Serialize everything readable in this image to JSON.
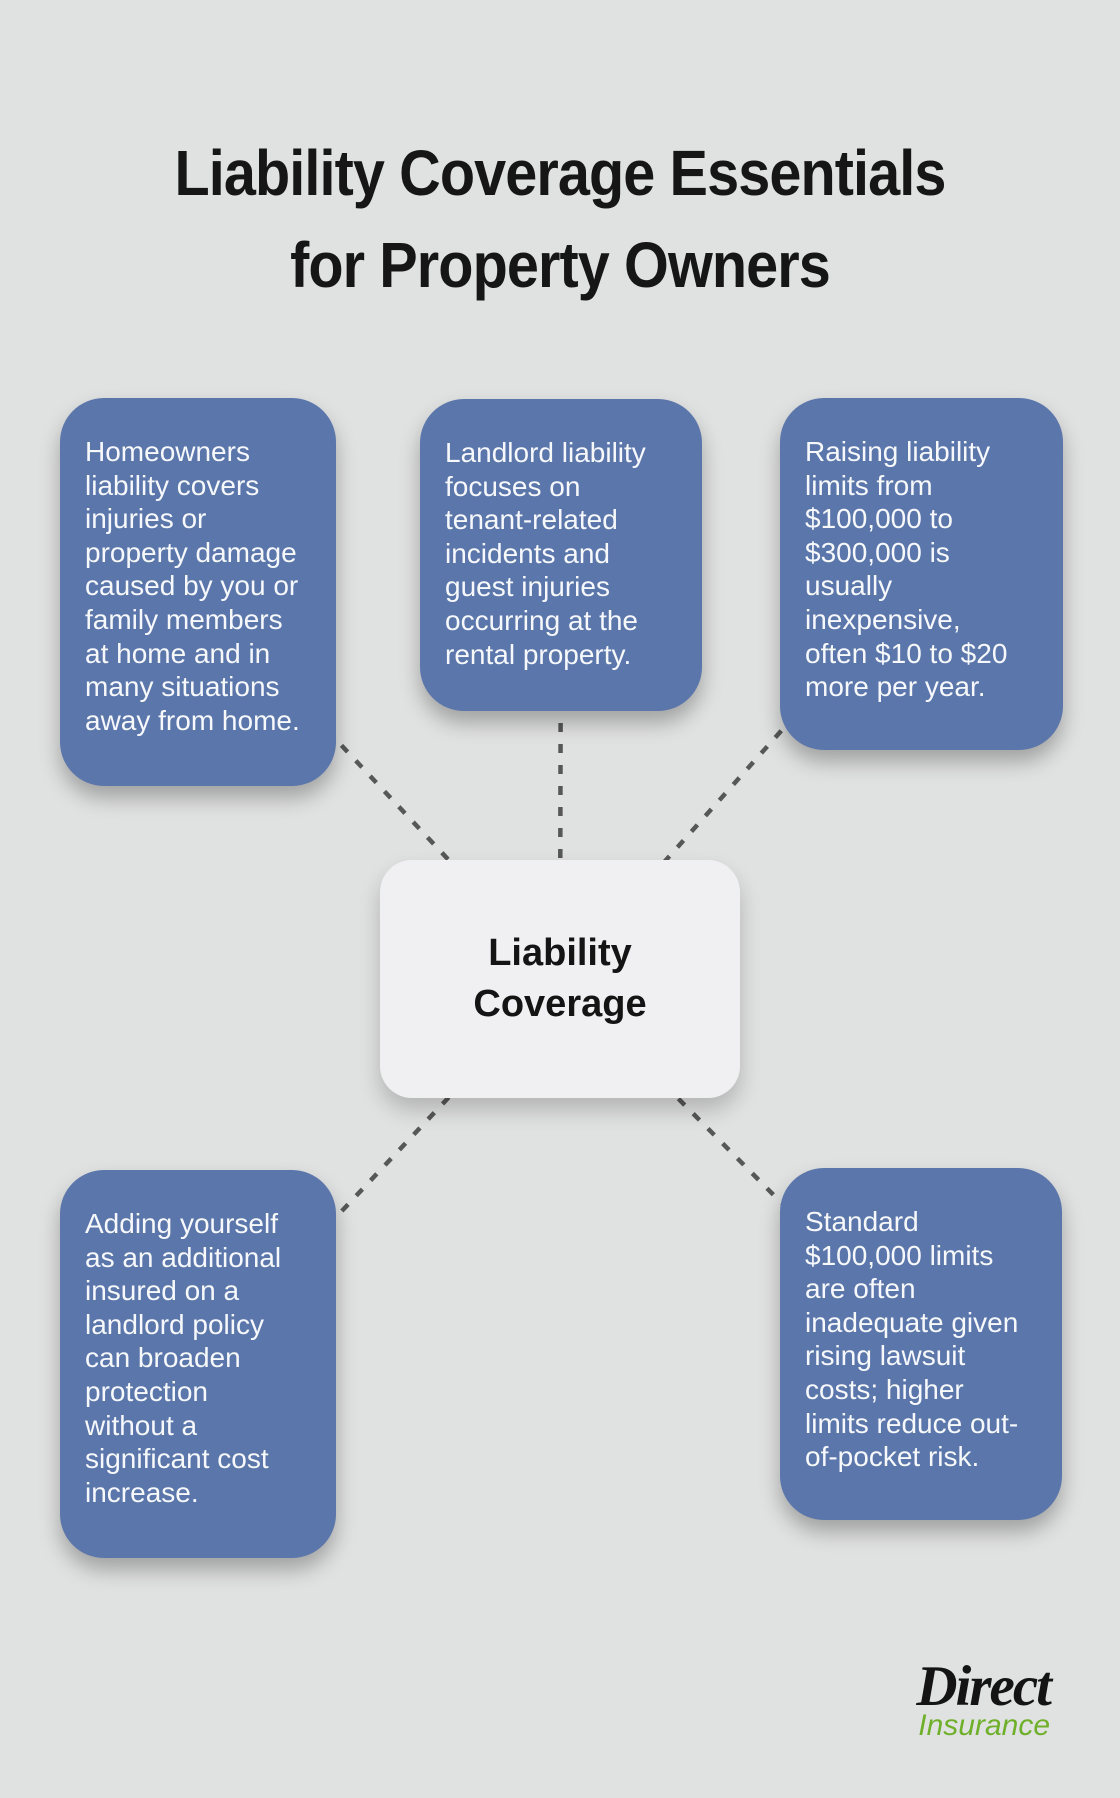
{
  "header": {
    "title": "Liability Coverage Essentials\nfor Property Owners"
  },
  "diagram": {
    "center_label": "Liability\nCoverage",
    "nodes": [
      {
        "position": "top-left",
        "text": "Homeowners\nliability covers\ninjuries or\nproperty damage\ncaused by you or\nfamily members\nat home and in\nmany situations\naway from home."
      },
      {
        "position": "top-center",
        "text": "Landlord liability\nfocuses on\ntenant-related\nincidents and\nguest injuries\noccurring at the\nrental property."
      },
      {
        "position": "top-right",
        "text": "Raising liability\nlimits from\n$100,000 to\n$300,000 is\nusually\ninexpensive,\noften $10 to $20\nmore per year."
      },
      {
        "position": "bottom-left",
        "text": "Adding yourself\nas an additional\ninsured on a\nlandlord policy\ncan broaden\nprotection\nwithout a\nsignificant cost\nincrease."
      },
      {
        "position": "bottom-right",
        "text": "Standard\n$100,000 limits\nare often\ninadequate given\nrising lawsuit\ncosts; higher\nlimits reduce out-\nof-pocket risk."
      }
    ]
  },
  "logo": {
    "primary": "Direct",
    "secondary": "Insurance"
  },
  "colors": {
    "background": "#e0e1e1",
    "node_fill": "#5b76ab",
    "node_text": "#f6f8fb",
    "center_fill": "#f0f0f2",
    "connector": "#575757",
    "title_text": "#161616",
    "logo_primary": "#141414",
    "logo_secondary": "#6fb02a"
  }
}
